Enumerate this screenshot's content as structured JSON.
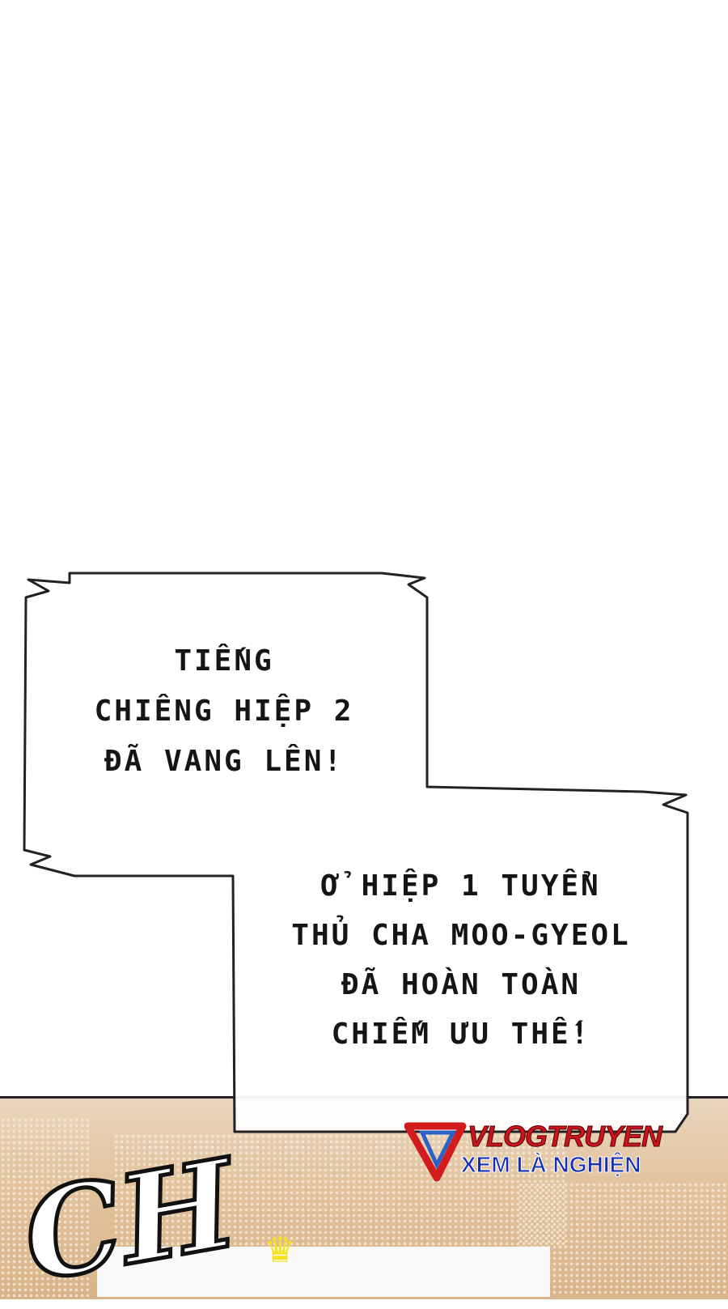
{
  "caption_1": {
    "lines": [
      "TIẾNG",
      "CHIÊNG HIỆP 2",
      "ĐÃ VANG LÊN!"
    ]
  },
  "caption_2": {
    "lines": [
      "Ở HIỆP 1 TUYỂN",
      "THỦ CHA MOO-GYEOL",
      "ĐÃ HOÀN TOÀN",
      "CHIẾM ƯU THẾ!"
    ]
  },
  "sound_effect": "CH",
  "watermark": {
    "title": "VLOGTRUYEN",
    "subtitle": "XEM LÀ NGHIỆN"
  },
  "icons": {
    "crown": "crown-icon",
    "logo": "vlogtruyen-logo"
  },
  "colors": {
    "logo_red": "#c8141c",
    "logo_blue": "#1530b5",
    "crown": "#f7e21a",
    "background": "#e2c49f"
  }
}
